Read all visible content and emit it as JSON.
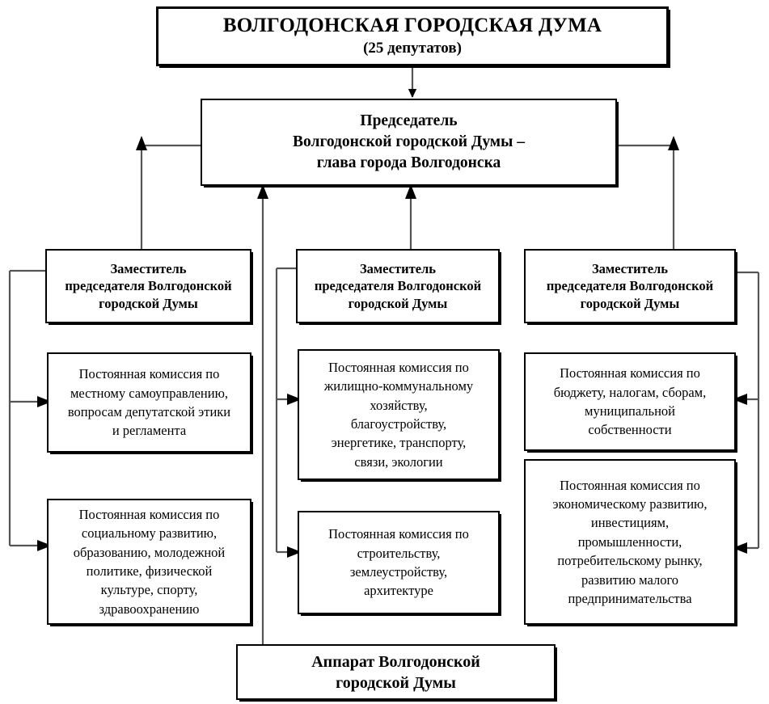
{
  "diagram": {
    "title_box": {
      "line1": "ВОЛГОДОНСКАЯ ГОРОДСКАЯ ДУМА",
      "line2": "(25 депутатов)"
    },
    "chairman": "Председатель\nВолгодонской городской Думы –\nглава города Волгодонска",
    "deputies": [
      "Заместитель\nпредседателя Волгодонской\nгородской Думы",
      "Заместитель\nпредседателя Волгодонской\nгородской Думы",
      "Заместитель\nпредседателя Волгодонской\nгородской Думы"
    ],
    "commissions": {
      "left": [
        "Постоянная комиссия по\nместному самоуправлению,\nвопросам депутатской этики\nи регламента",
        "Постоянная комиссия по\nсоциальному развитию,\nобразованию, молодежной\nполитике, физической\nкультуре, спорту,\nздравоохранению"
      ],
      "center": [
        "Постоянная комиссия по\nжилищно-коммунальному\nхозяйству,\nблагоустройству,\nэнергетике, транспорту,\nсвязи, экологии",
        "Постоянная комиссия по\nстроительству,\nземлеустройству,\nархитектуре"
      ],
      "right": [
        "Постоянная комиссия по\nбюджету, налогам, сборам,\nмуниципальной\nсобственности",
        "Постоянная комиссия по\nэкономическому развитию,\nинвестициям,\nпромышленности,\nпотребительскому рынку,\nразвитию малого\nпредпринимательства"
      ]
    },
    "apparat": "Аппарат Волгодонской\nгородской Думы",
    "colors": {
      "border": "#000000",
      "background": "#ffffff",
      "connector": "#555555",
      "arrow": "#000000"
    }
  }
}
